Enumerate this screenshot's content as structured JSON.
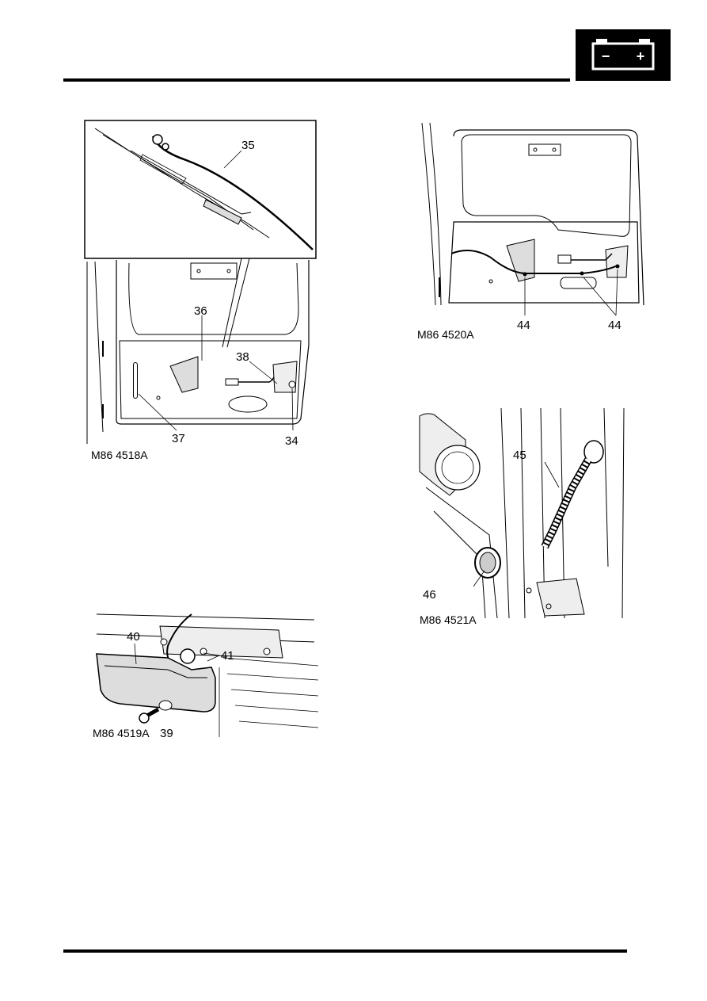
{
  "header": {
    "section_icon": "battery-icon",
    "battery_minus": "−",
    "battery_plus": "+"
  },
  "figures": [
    {
      "code": "M86 4518A",
      "callouts": [
        "35",
        "36",
        "38",
        "37",
        "34"
      ]
    },
    {
      "code": "M86 4520A",
      "callouts": [
        "44",
        "44"
      ]
    },
    {
      "code": "M86 4521A",
      "callouts": [
        "45",
        "46"
      ]
    },
    {
      "code": "M86 4519A",
      "callouts": [
        "40",
        "41",
        "39"
      ]
    }
  ],
  "colors": {
    "ink": "#000000",
    "paper": "#ffffff"
  }
}
